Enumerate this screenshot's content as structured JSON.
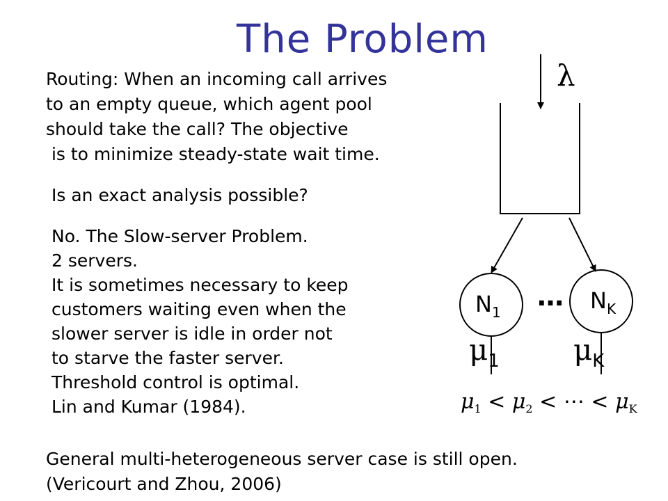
{
  "title": "The Problem",
  "routing": {
    "lines": [
      "Routing: When an incoming call arrives",
      "to an empty queue, which agent pool",
      "should take the call?  The objective",
      " is to minimize steady-state wait time."
    ]
  },
  "question": "Is an exact analysis possible?",
  "answer": {
    "lines": [
      "No.  The Slow-server Problem.",
      "2 servers.",
      "It is sometimes necessary to keep",
      "customers waiting even when the",
      "slower server is idle in order not",
      "to starve the faster server.",
      "Threshold control is optimal.",
      "Lin and Kumar (1984)."
    ]
  },
  "footer": {
    "lines": [
      "General multi-heterogeneous server case is still open.",
      "(Vericourt and Zhou, 2006)"
    ]
  },
  "diagram": {
    "arrival_symbol": "λ",
    "node1": {
      "base": "N",
      "sub": "1"
    },
    "nodeK": {
      "base": "N",
      "sub": "K"
    },
    "dots": "…",
    "mu1": {
      "base": "μ",
      "sub": "1"
    },
    "muK": {
      "base": "μ",
      "sub": "K"
    },
    "inequality": {
      "mu": "μ",
      "lt": "<",
      "dots": "⋯",
      "subs": [
        "1",
        "2",
        "K"
      ]
    }
  }
}
